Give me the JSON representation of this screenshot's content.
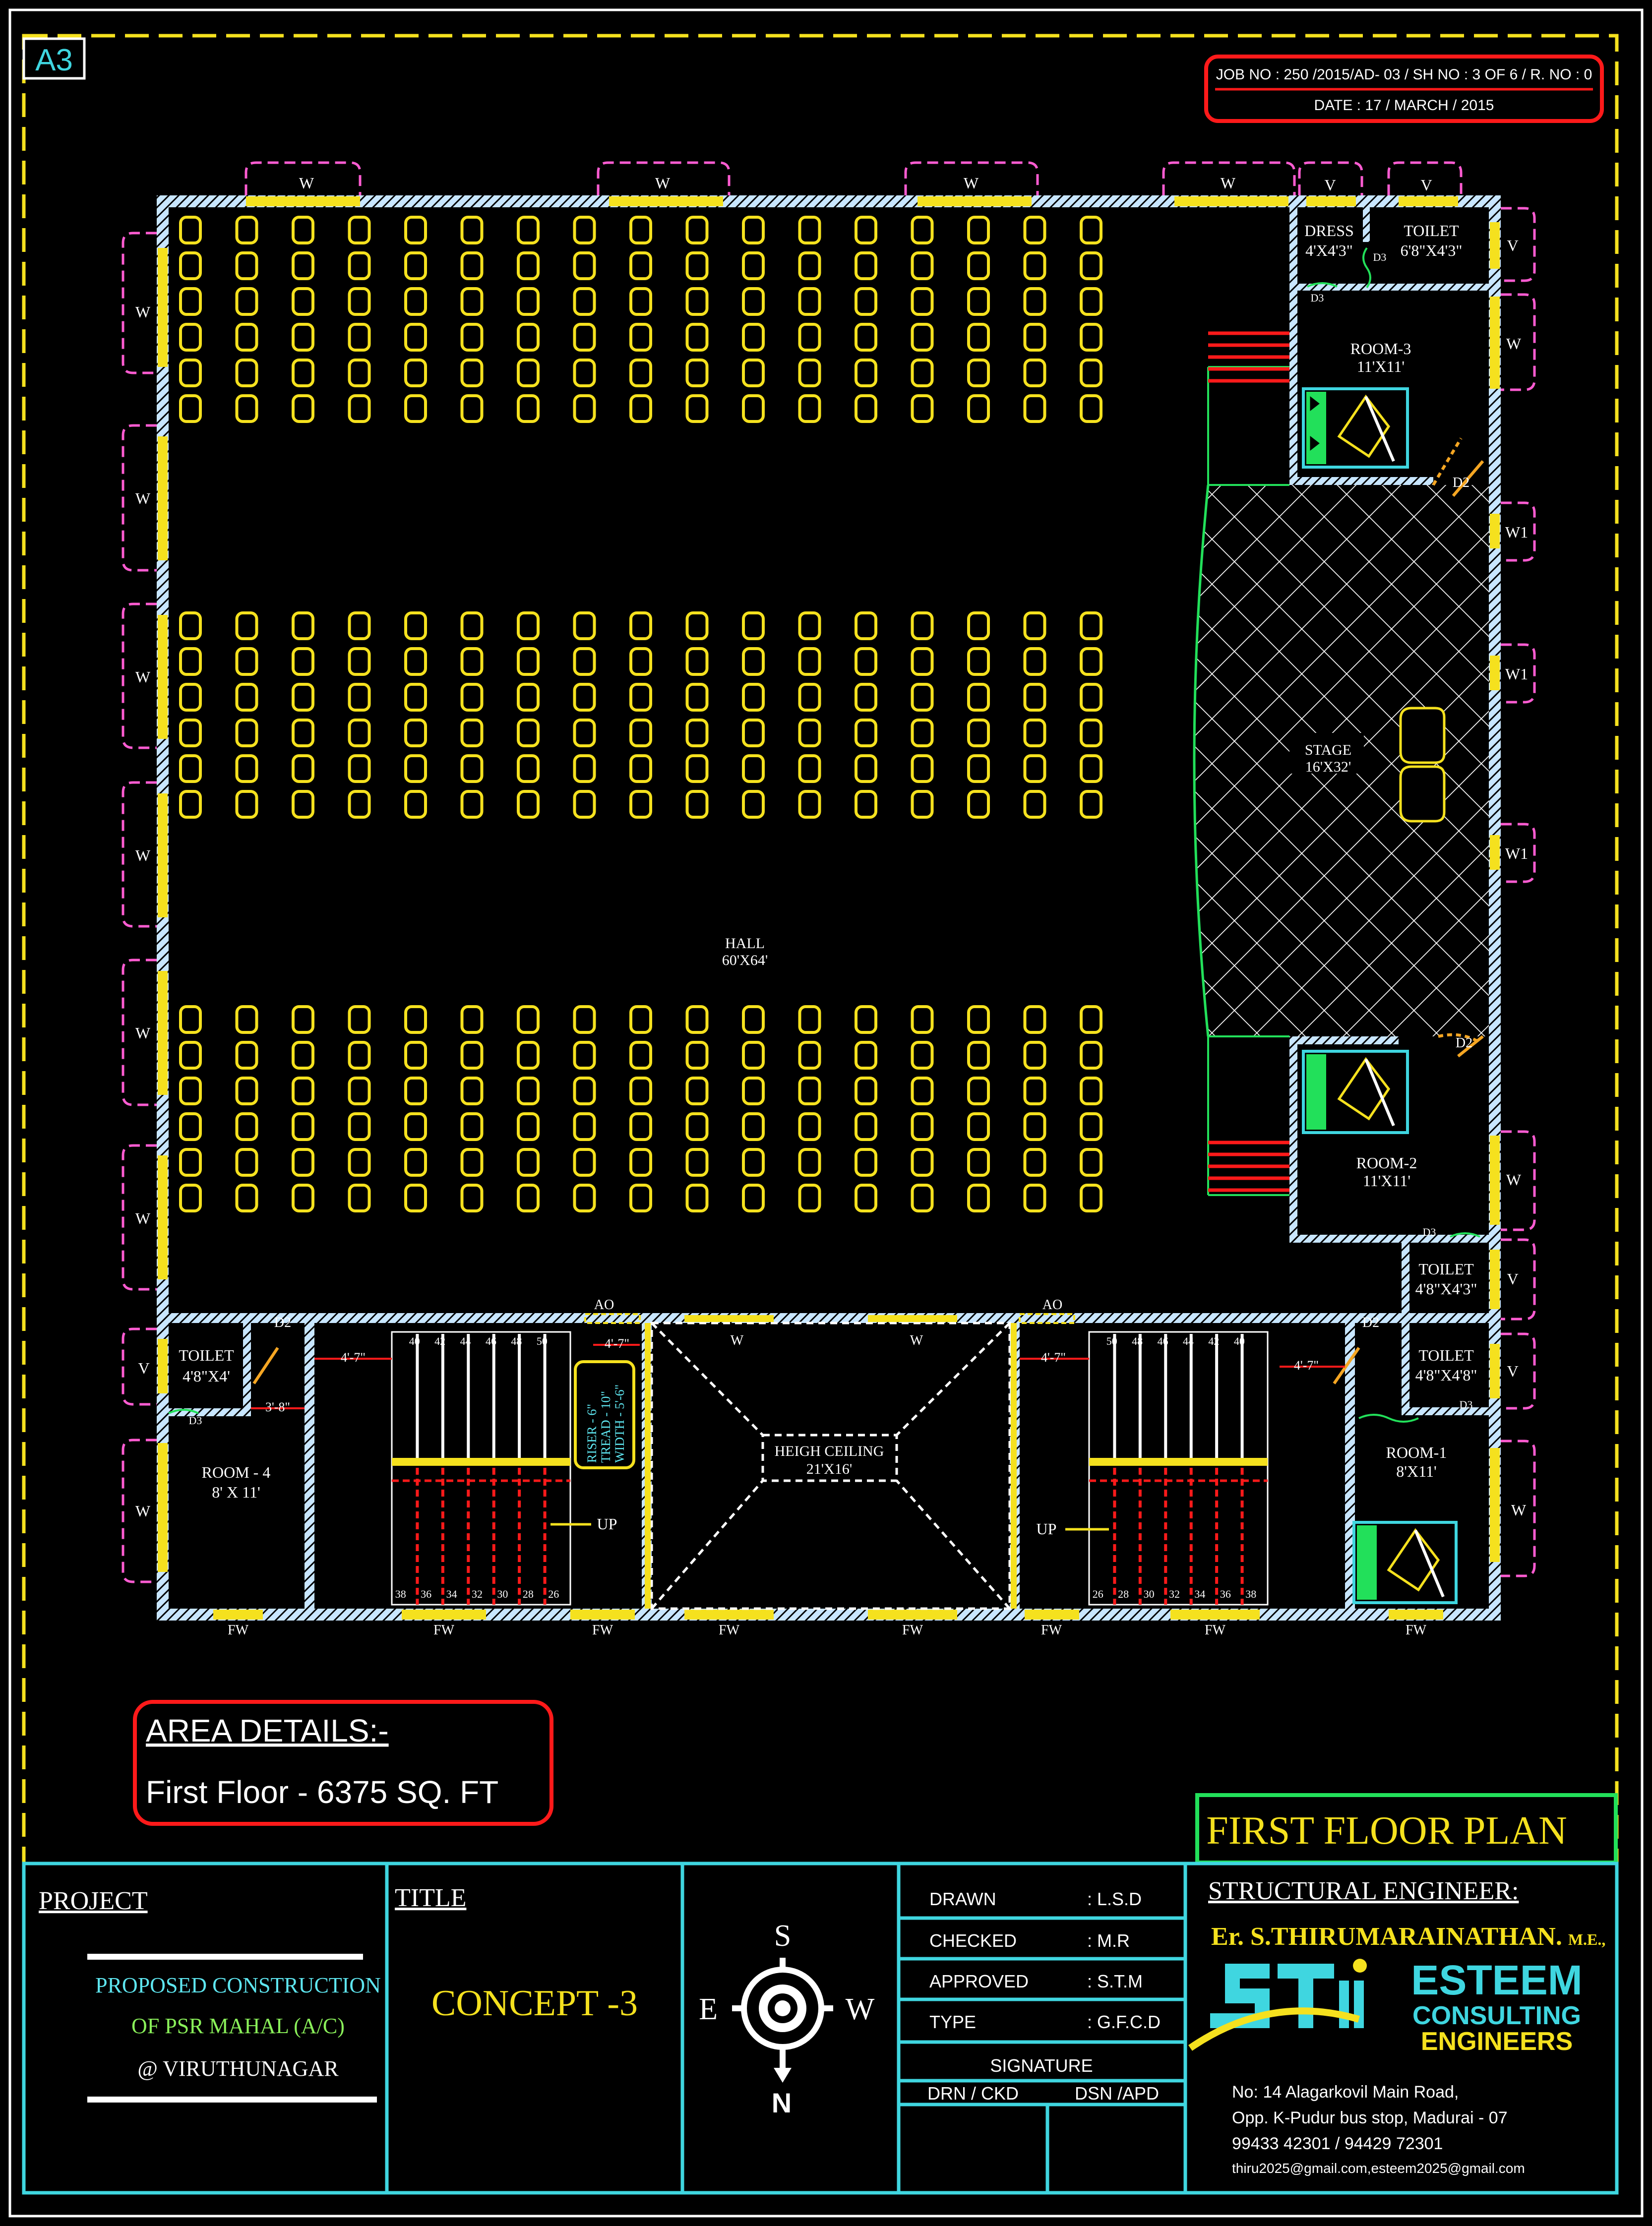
{
  "sheet": {
    "size": "A3",
    "job_line": "JOB NO :  250 /2015/AD-  03 / SH NO : 3 OF 6 / R. NO : 0",
    "date_line": "DATE : 17 / MARCH / 2015"
  },
  "rooms": {
    "hall": {
      "name": "HALL",
      "size": "60'X64'"
    },
    "stage": {
      "name": "STAGE",
      "size": "16'X32'"
    },
    "room3": {
      "name": "ROOM-3",
      "size": "11'X11'"
    },
    "room2": {
      "name": "ROOM-2",
      "size": "11'X11'"
    },
    "room1": {
      "name": "ROOM-1",
      "size": "8'X11'"
    },
    "room4": {
      "name": "ROOM - 4",
      "size": "8' X 11'"
    },
    "dress": {
      "name": "DRESS",
      "size": "4'X4'3\""
    },
    "toilet_top": {
      "name": "TOILET",
      "size": "6'8\"X4'3\""
    },
    "toilet_mid": {
      "name": "TOILET",
      "size": "4'8\"X4'3\""
    },
    "toilet_right": {
      "name": "TOILET",
      "size": "4'8\"X4'8\""
    },
    "toilet_left": {
      "name": "TOILET",
      "size": "4'8\"X4'"
    },
    "height_ceiling": {
      "name": "HEIGH CEILING",
      "size": "21'X16'"
    }
  },
  "labels": {
    "window": "W",
    "ventilator": "V",
    "window1": "W1",
    "fixed_window": "FW",
    "opening": "AO",
    "door2": "D2",
    "door3": "D3",
    "up": "UP"
  },
  "stair_dims": {
    "a": "4'-7\"",
    "b": "3'-8\""
  },
  "stair_spec": {
    "riser": "RISER  -  6\"",
    "tread": "TREAD  -  10\"",
    "width": "WIDTH  -  5'-6\""
  },
  "stair_left_top": [
    "40",
    "42",
    "44",
    "46",
    "48",
    "50"
  ],
  "stair_left_bottom": [
    "38",
    "36",
    "34",
    "32",
    "30",
    "28",
    "26"
  ],
  "stair_right_top": [
    "50",
    "48",
    "46",
    "44",
    "42",
    "40"
  ],
  "stair_right_bottom": [
    "26",
    "28",
    "30",
    "32",
    "34",
    "36",
    "38"
  ],
  "area": {
    "heading": "AREA DETAILS:-",
    "line": "First Floor  - 6375 SQ. FT"
  },
  "title_block": {
    "plan_title": "FIRST FLOOR PLAN",
    "project_heading": "PROJECT",
    "project_line1": "PROPOSED CONSTRUCTION",
    "project_line2": "OF PSR MAHAL (A/C)",
    "project_line3": "@ VIRUTHUNAGAR",
    "title_heading": "TITLE",
    "title_value": "CONCEPT -3",
    "compass": {
      "s": "S",
      "e": "E",
      "w": "W",
      "n": "N"
    },
    "rows": [
      {
        "label": "DRAWN",
        "value": ":    L.S.D"
      },
      {
        "label": "CHECKED",
        "value": ":    M.R"
      },
      {
        "label": "APPROVED",
        "value": ":    S.T.M"
      },
      {
        "label": "TYPE",
        "value": ":  G.F.C.D"
      }
    ],
    "signature": "SIGNATURE",
    "drn_ckd": "DRN / CKD",
    "dsn_apd": "DSN /APD",
    "engineer_heading": "STRUCTURAL ENGINEER:",
    "engineer_name": "Er. S.THIRUMARAINATHAN.",
    "engineer_suffix": "M.E.,",
    "logo_text1": "ESTEEM",
    "logo_text2": "CONSULTING",
    "logo_text3": "ENGINEERS",
    "address1": "No: 14 Alagarkovil Main Road,",
    "address2": "Opp. K-Pudur bus stop, Madurai - 07",
    "phone": "99433 42301 / 94429 72301",
    "email": "thiru2025@gmail.com,esteem2025@gmail.com"
  },
  "colors": {
    "background": "#000000",
    "border": "#f5e11e",
    "wall": "#c8e6ff",
    "window": "#f5e11e",
    "window_outline": "#ff5cd2",
    "title_block": "#3fd6e0",
    "red_frame": "#ff1a1a",
    "stage_green": "#22e05a",
    "plan_title_box": "#22e05a",
    "text": "#ffffff",
    "project_cyan": "#5ee6f0",
    "project_green": "#8af05a"
  },
  "chair_layout": {
    "columns": 17,
    "rows_per_block": 6,
    "blocks": 3
  }
}
